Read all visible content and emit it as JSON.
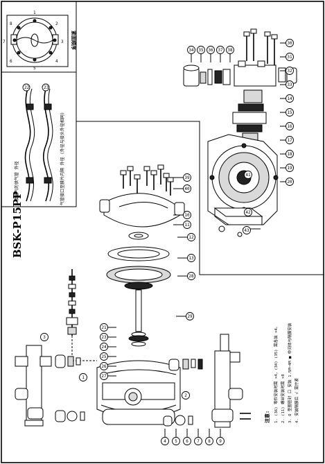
{
  "model": "BSK-P15PP",
  "notes_heading": "注意:",
  "notes": [
    "1. (36) 零件安装时需 ×4，(34) (35) 需各装 ×4。",
    "2. (11) 螺丝安装时需 ×8",
    "3. O 型圈密封 口 安装 1.5M~4M  ■ 中间体与隔膜安装",
    "4. 安装隔膜后   √  需拧紧"
  ],
  "inset_top": {
    "caption": "紧固顺序",
    "digits": [
      "1",
      "2",
      "3",
      "4",
      "5",
      "6",
      "7",
      "8"
    ]
  },
  "inset_hose": {
    "label_left": "接进气的供气管 外径",
    "label_right": "气管接口至膜片内隔 外径 (外径与接头外径相同)",
    "tags": [
      "22",
      "23"
    ]
  },
  "balloons": {
    "valve_top_stack": [
      "34",
      "35",
      "36",
      "37",
      "38"
    ],
    "valve_right_stack": [
      "30",
      "31",
      "32",
      "33",
      "14",
      "15",
      "16",
      "17",
      "18",
      "19",
      "20"
    ],
    "center_column": [
      "39",
      "40",
      "10",
      "11",
      "12",
      "13",
      "28",
      "29"
    ],
    "left_shaft": [
      "21",
      "23",
      "24",
      "25",
      "26",
      "27"
    ],
    "bottom_row": [
      "4",
      "5",
      "6",
      "7",
      "8",
      "9"
    ],
    "body_left": [
      "3",
      "1"
    ],
    "body_right": [
      "2"
    ],
    "misc": [
      "41",
      "42",
      "43"
    ]
  }
}
